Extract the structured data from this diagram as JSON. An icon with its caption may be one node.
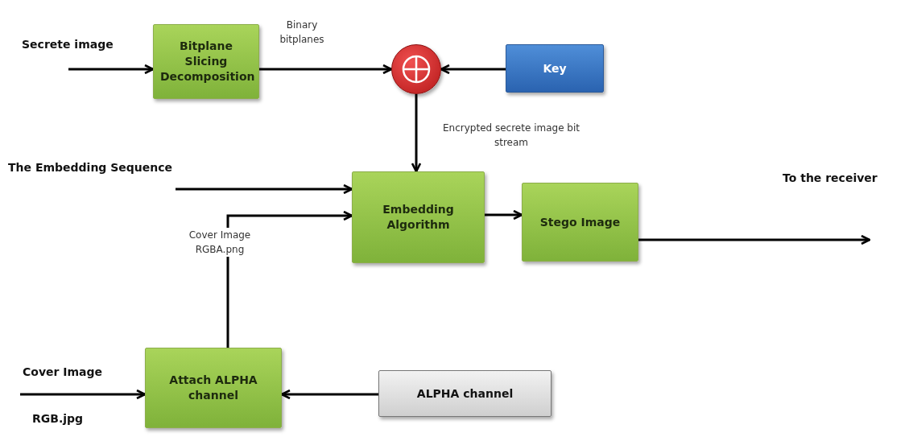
{
  "diagram": {
    "nodes": [
      {
        "text": [
          "Bitplane Slicing Decomposition"
        ]
      },
      {
        "text": [],
        "shape": "circle"
      },
      {
        "text": [
          "Key"
        ]
      },
      {
        "text": [
          "Embedding Algorithm"
        ]
      },
      {
        "text": [
          "Stego Image"
        ]
      },
      {
        "text": [
          "Attach ALPHA channel"
        ]
      },
      {
        "text": [
          "ALPHA channel"
        ]
      }
    ],
    "edges": [
      {
        "from": null,
        "to": 0,
        "arrow": "to"
      },
      {
        "from": 0,
        "to": 1,
        "arrow": "to",
        "label": "Binary bitplanes"
      },
      {
        "from": 2,
        "to": 1,
        "arrow": "to"
      },
      {
        "from": 1,
        "to": 3,
        "arrow": "to",
        "label": "Encrypted secrete image bit stream"
      },
      {
        "from": null,
        "to": 3,
        "arrow": "to"
      },
      {
        "from": 3,
        "to": 4,
        "arrow": "to"
      },
      {
        "from": 4,
        "to": null,
        "arrow": "to"
      },
      {
        "from": 5,
        "to": 3,
        "arrow": "to",
        "label": "Cover Image RGBA.png"
      },
      {
        "from": null,
        "to": 5,
        "arrow": "to"
      },
      {
        "from": 6,
        "to": 5,
        "arrow": "to"
      }
    ],
    "labels": [
      "Secrete image",
      "The Embedding Sequence",
      "To the receiver",
      "Cover Image",
      "RGB.jpg"
    ]
  }
}
